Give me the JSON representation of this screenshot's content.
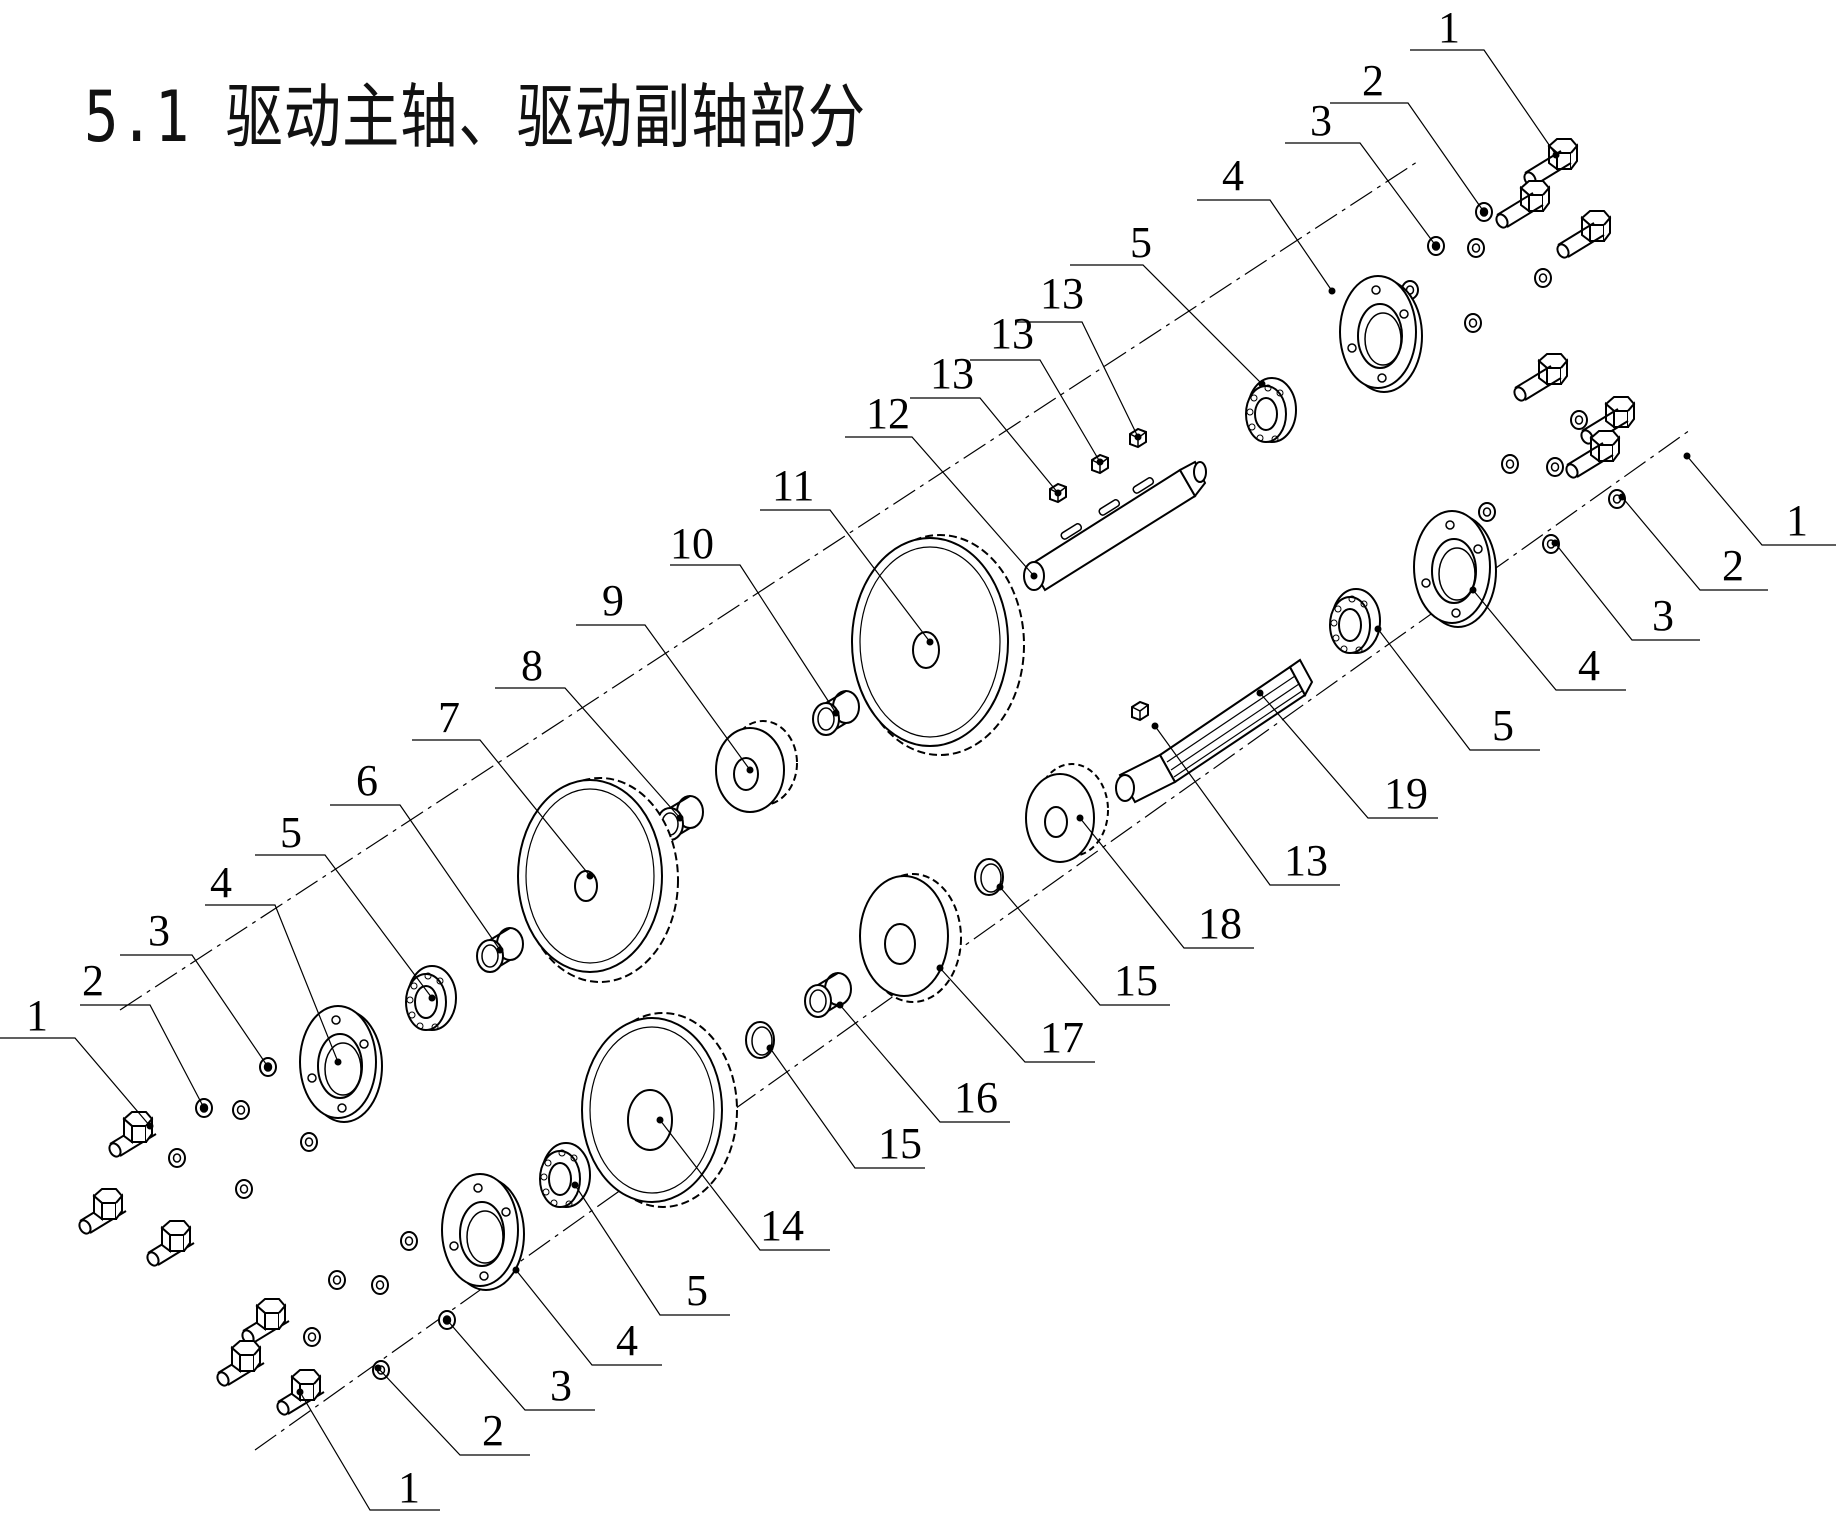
{
  "title": "5.1 驱动主轴、驱动副轴部分",
  "labels": {
    "main_right_1": "1",
    "main_right_2": "2",
    "main_right_3": "3",
    "main_right_4": "4",
    "main_right_5": "5",
    "main_13_a": "13",
    "main_13_b": "13",
    "main_13_c": "13",
    "main_12": "12",
    "main_11": "11",
    "main_10": "10",
    "main_9": "9",
    "main_8": "8",
    "main_7": "7",
    "main_6": "6",
    "main_left_5": "5",
    "main_left_4": "4",
    "main_left_3": "3",
    "main_left_2": "2",
    "main_left_1": "1",
    "sec_right_1": "1",
    "sec_right_2": "2",
    "sec_right_3": "3",
    "sec_right_4": "4",
    "sec_right_5": "5",
    "sec_19": "19",
    "sec_13": "13",
    "sec_18": "18",
    "sec_15_a": "15",
    "sec_17": "17",
    "sec_16": "16",
    "sec_15_b": "15",
    "sec_14": "14",
    "sec_left_5": "5",
    "sec_left_4": "4",
    "sec_left_3": "3",
    "sec_left_2": "2",
    "sec_left_1": "1"
  }
}
